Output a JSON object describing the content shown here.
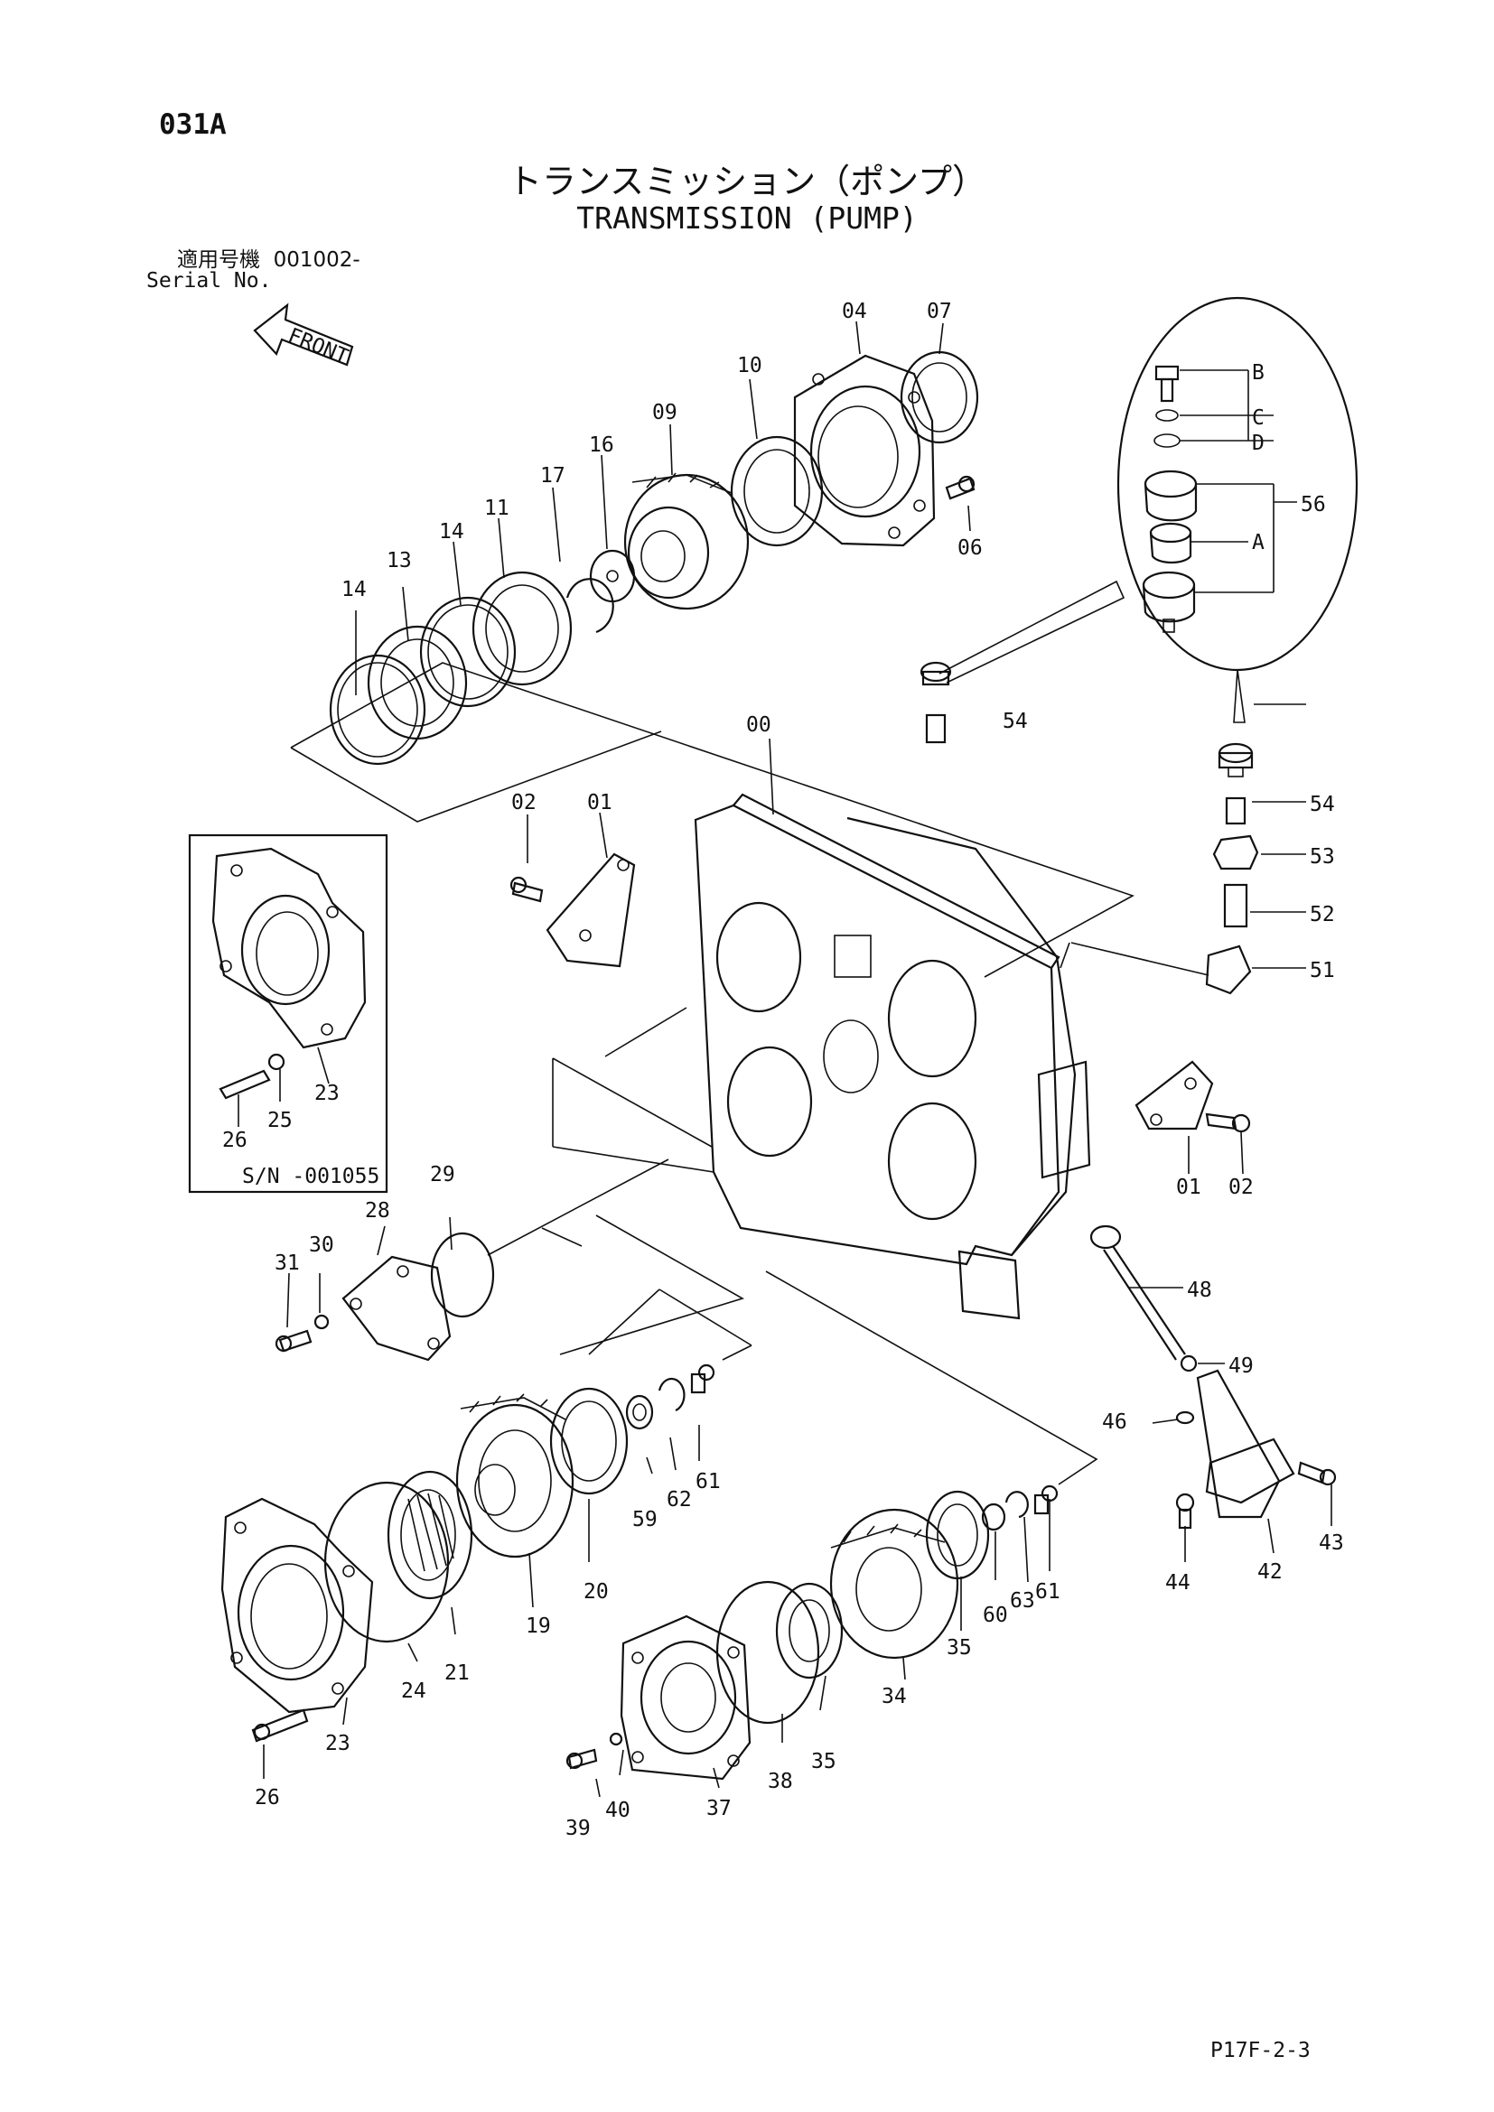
{
  "page_code": "031A",
  "title_jp": "トランスミッション（ポンプ）",
  "title_en": "TRANSMISSION (PUMP)",
  "serial_label_jp": "適用号機",
  "serial_value": "001002-",
  "serial_label_en": "Serial No.",
  "front_label": "FRONT",
  "inset_serial": "S/N -001055",
  "footer_code": "P17F-2-3",
  "detail_labels": {
    "b": "B",
    "c": "C",
    "d": "D",
    "a": "A",
    "group": "56"
  },
  "part_labels": {
    "p00": "00",
    "p01": "01",
    "p01b": "01",
    "p02": "02",
    "p02b": "02",
    "p04": "04",
    "p06": "06",
    "p07": "07",
    "p09": "09",
    "p10": "10",
    "p11": "11",
    "p13": "13",
    "p14": "14",
    "p14b": "14",
    "p16": "16",
    "p17": "17",
    "p19": "19",
    "p20": "20",
    "p21": "21",
    "p23": "23",
    "p23b": "23",
    "p24": "24",
    "p25": "25",
    "p26": "26",
    "p26b": "26",
    "p28": "28",
    "p29": "29",
    "p30": "30",
    "p31": "31",
    "p34": "34",
    "p35": "35",
    "p35b": "35",
    "p37": "37",
    "p38": "38",
    "p39": "39",
    "p40": "40",
    "p42": "42",
    "p43": "43",
    "p44": "44",
    "p46": "46",
    "p48": "48",
    "p49": "49",
    "p51": "51",
    "p52": "52",
    "p53": "53",
    "p54": "54",
    "p54b": "54",
    "p59": "59",
    "p60": "60",
    "p61": "61",
    "p61b": "61",
    "p62": "62",
    "p63": "63"
  }
}
